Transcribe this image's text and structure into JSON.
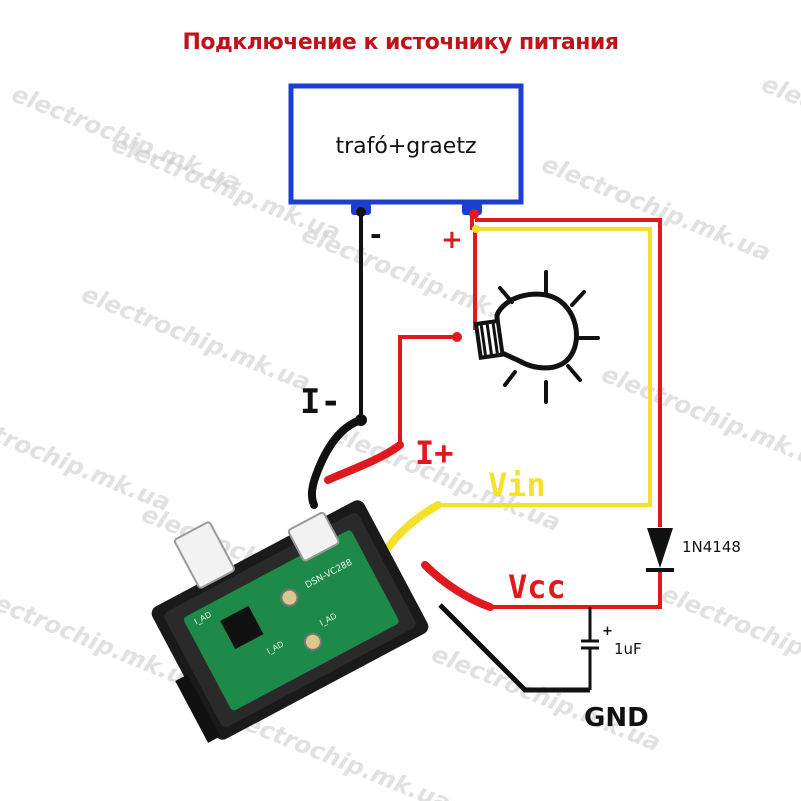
{
  "title": "Подключение к источнику питания",
  "watermark": "electrochip.mk.ua",
  "power_supply": {
    "label": "trafó+graetz",
    "minus": "-",
    "plus": "+"
  },
  "labels": {
    "i_minus": "I-",
    "i_plus": "I+",
    "vin": "Vin",
    "vcc": "Vcc",
    "gnd": "GND",
    "diode": "1N4148",
    "capacitor": "1uF",
    "cap_plus": "+"
  },
  "board": {
    "text1": "DSN-VC288",
    "text2": "I_AD",
    "text3": "I_AD",
    "text4": "I_AD"
  },
  "colors": {
    "title": "#c0121a",
    "box_border": "#1a3fd0",
    "wire_black": "#111111",
    "wire_red": "#e0191e",
    "wire_yellow": "#f5e02a",
    "label_red": "#e0191e",
    "label_yellow": "#f5e02a",
    "pcb_green": "#1e8a4a"
  }
}
